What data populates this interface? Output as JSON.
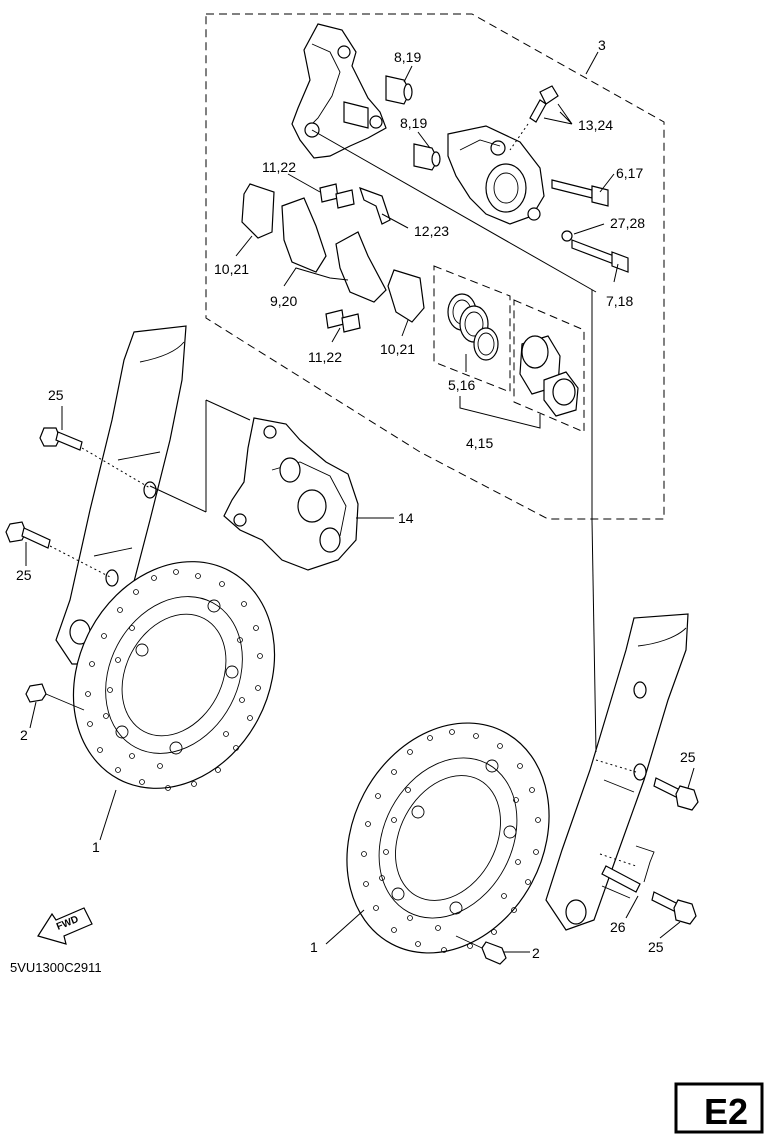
{
  "diagram": {
    "callouts": {
      "c1_left": "1",
      "c1_right": "1",
      "c2_left": "2",
      "c2_right": "2",
      "c3": "3",
      "c4_15": "4,15",
      "c5_16": "5,16",
      "c6_17": "6,17",
      "c7_18": "7,18",
      "c8_19_top": "8,19",
      "c8_19_mid": "8,19",
      "c9_20": "9,20",
      "c10_21_left": "10,21",
      "c10_21_right": "10,21",
      "c11_22_top": "11,22",
      "c11_22_bottom": "11,22",
      "c12_23": "12,23",
      "c13_24": "13,24",
      "c14": "14",
      "c25_a": "25",
      "c25_b": "25",
      "c25_c": "25",
      "c25_d": "25",
      "c26": "26",
      "c27_28": "27,28"
    },
    "fwd_label": "FWD",
    "drawing_code": "5VU1300C2911",
    "page_label": "E2"
  }
}
